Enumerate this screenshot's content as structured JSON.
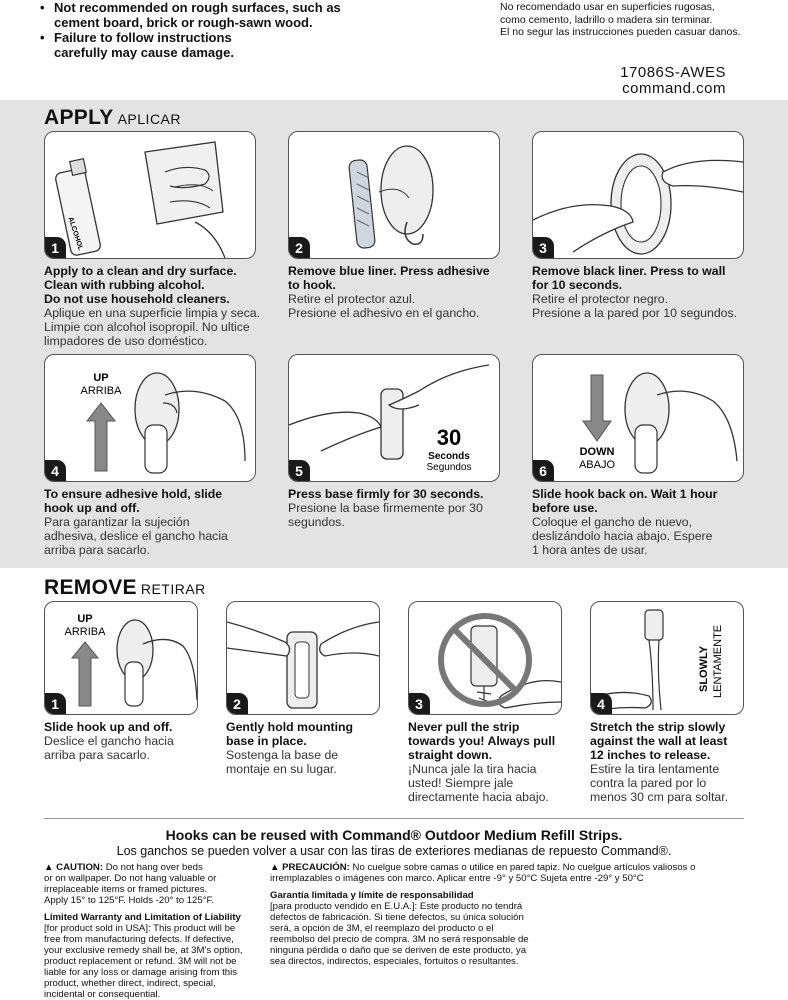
{
  "top_bullets": [
    "Not recommended on rough surfaces, such as cement board, brick or rough-sawn wood.",
    "Failure to follow instructions carefully may cause damage."
  ],
  "top_es": [
    "No recomendado usar en superficies rugosas,",
    "como cemento, ladrillo o madera sin terminar.",
    "El no segur las instrucciones pueden casuar danos."
  ],
  "product_code": "17086S-AWES",
  "website": "command.com",
  "apply": {
    "title": "APPLY",
    "title_es": "APLICAR",
    "steps": [
      {
        "num": "1",
        "en": [
          "Apply to a clean and dry surface.",
          "Clean with rubbing alcohol.",
          "Do not use household cleaners."
        ],
        "es": [
          "Aplique en una superficie limpia y seca.",
          "Limpie con alcohol isopropil. No ultice",
          "limpadores de uso doméstico."
        ],
        "label": "ALCOHOL"
      },
      {
        "num": "2",
        "en": [
          "Remove blue liner. Press adhesive",
          "to hook."
        ],
        "es": [
          "Retire el protector azul.",
          "Presione el adhesivo en el gancho."
        ]
      },
      {
        "num": "3",
        "en": [
          "Remove black liner. Press to wall",
          "for 10 seconds."
        ],
        "es": [
          "Retire el protector negro.",
          "Presione a la pared por 10 segundos."
        ]
      },
      {
        "num": "4",
        "en": [
          "To ensure adhesive hold, slide",
          "hook up and off."
        ],
        "es": [
          "Para garantizar la sujeción",
          "adhesiva, deslice el gancho hacia",
          "arriba para sacarlo."
        ],
        "label": "UP",
        "label_es": "ARRIBA"
      },
      {
        "num": "5",
        "en": [
          "Press base firmly for 30 seconds."
        ],
        "es": [
          "Presione la base firmemente por 30",
          "segundos."
        ],
        "label": "30",
        "label2": "Seconds",
        "label_es": "Segundos"
      },
      {
        "num": "6",
        "en": [
          "Slide hook back on. Wait 1 hour",
          "before use."
        ],
        "es": [
          "Coloque el gancho de nuevo,",
          "deslizándolo hacia abajo. Espere",
          "1 hora antes de usar."
        ],
        "label": "DOWN",
        "label_es": "ABAJO"
      }
    ]
  },
  "remove": {
    "title": "REMOVE",
    "title_es": "RETIRAR",
    "steps": [
      {
        "num": "1",
        "en": [
          "Slide hook up and off."
        ],
        "es": [
          "Deslice el gancho hacia",
          "arriba para sacarlo."
        ],
        "label": "UP",
        "label_es": "ARRIBA"
      },
      {
        "num": "2",
        "en": [
          "Gently hold mounting",
          "base in place."
        ],
        "es": [
          "Sostenga la base de",
          "montaje en su lugar."
        ]
      },
      {
        "num": "3",
        "en": [
          "Never pull the strip",
          "towards you! Always pull",
          "straight down."
        ],
        "es": [
          "¡Nunca jale la tira hacia",
          "usted! Siempre jale",
          "directamente hacia abajo."
        ]
      },
      {
        "num": "4",
        "en": [
          "Stretch the strip slowly",
          "against the wall at least",
          "12 inches to release."
        ],
        "es": [
          "Estire la tira lentamente",
          "contra la pared por lo",
          "menos 30 cm para soltar."
        ],
        "label": "SLOWLY",
        "label_es": "LENTAMENTE"
      }
    ]
  },
  "reuse_title": "Hooks can be reused with Command® Outdoor Medium Refill Strips.",
  "reuse_es": "Los ganchos se pueden volver a usar con las tiras de exteriores medianas de repuesto Command®.",
  "caution": {
    "title": "▲ CAUTION:",
    "lines": [
      "Do not hang over beds",
      "or on wallpaper. Do not hang valuable or",
      "irreplaceable items or framed pictures.",
      "Apply 15° to 125°F. Holds -20° to 125°F."
    ]
  },
  "precaucion": {
    "title": "▲ PRECAUCIÓN:",
    "lines": [
      "No cuelgue sobre camas o utilice en pared tapiz. No cuelgue artículos valiosos o",
      "irremplazables o imágenes con marco. Aplicar entre -9° y 50°C Sujeta entre -29° y 50°C"
    ]
  },
  "warranty": {
    "title": "Limited Warranty and Limitation of Liability",
    "lines": [
      "[for product sold in USA]: This product will be",
      "free from manufacturing defects. If defective,",
      "your exclusive remedy shall be, at 3M's option,",
      "product replacement or refund. 3M will not be",
      "liable for any loss or damage arising from this",
      "product, whether direct, indirect, special,",
      "incidental or consequential."
    ]
  },
  "garantia": {
    "title": "Garantía limitada y límite de responsabilidad",
    "lines": [
      "[para producto vendido en E.U.A.]: Este producto no tendrá",
      "defectos de fabricación. Si tiene defectos, su única solución",
      "será, a opción de 3M, el reemplazo del producto o el",
      "reembolso del precio de compra. 3M no será responsable de",
      "ninguna pérdida o daño que se deriven de este producto, ya",
      "sea directos, indirectos, especiales, fortuitos o resultantes."
    ]
  }
}
